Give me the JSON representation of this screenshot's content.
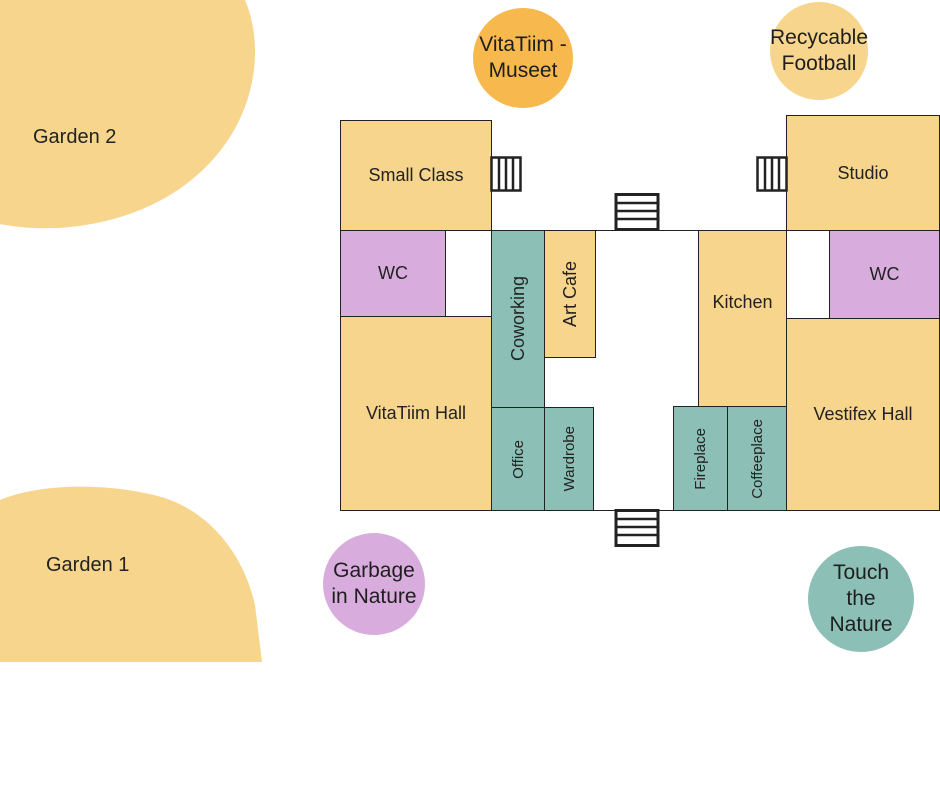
{
  "colors": {
    "yellow": "#f8d58c",
    "purple": "#d8addd",
    "teal": "#8cc0b6",
    "orange": "#f7b84e",
    "outline": "#222222"
  },
  "gardens": {
    "garden2": "Garden 2",
    "garden1": "Garden 1"
  },
  "rooms": {
    "small_class": "Small Class",
    "studio": "Studio",
    "wc_left": "WC",
    "wc_right": "WC",
    "coworking": "Coworking",
    "art_cafe": "Art Cafe",
    "kitchen": "Kitchen",
    "vitatiim_hall": "VitaTiim Hall",
    "vestifex_hall": "Vestifex Hall",
    "office": "Office",
    "wardrobe": "Wardrobe",
    "fireplace": "Fireplace",
    "coffeeplace": "Coffeeplace"
  },
  "stations": {
    "museum": "VitaTiim - Museet",
    "recyclable_football": "Recycable Football",
    "garbage_in_nature": "Garbage in Nature",
    "touch_the_nature": "Touch the Nature"
  },
  "icons": [
    "stairs-icon"
  ]
}
